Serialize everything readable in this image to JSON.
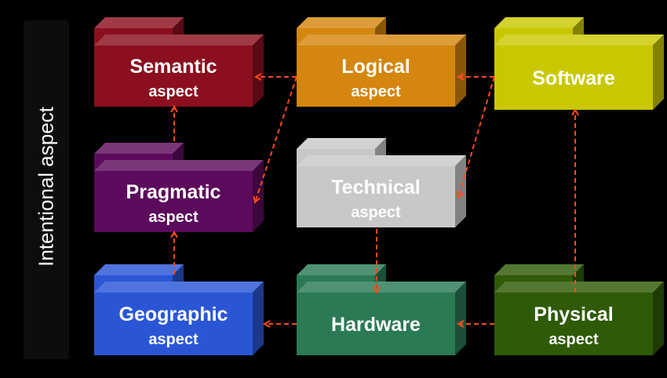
{
  "sidebar": {
    "label": "Intentional aspect"
  },
  "boxes": {
    "semantic": {
      "title": "Semantic",
      "subtitle": "aspect",
      "color": "#8b0f1e"
    },
    "logical": {
      "title": "Logical",
      "subtitle": "aspect",
      "color": "#d4860f"
    },
    "software": {
      "title": "Software",
      "subtitle": "",
      "color": "#c9c800"
    },
    "pragmatic": {
      "title": "Pragmatic",
      "subtitle": "aspect",
      "color": "#5c0a5c"
    },
    "technical": {
      "title": "Technical",
      "subtitle": "aspect",
      "color": "#c8c8c8"
    },
    "geographic": {
      "title": "Geographic",
      "subtitle": "aspect",
      "color": "#2a56d6"
    },
    "hardware": {
      "title": "Hardware",
      "subtitle": "",
      "color": "#2a7a54"
    },
    "physical": {
      "title": "Physical",
      "subtitle": "aspect",
      "color": "#2f5a06"
    }
  },
  "arrow_color": "#ff4a1c"
}
